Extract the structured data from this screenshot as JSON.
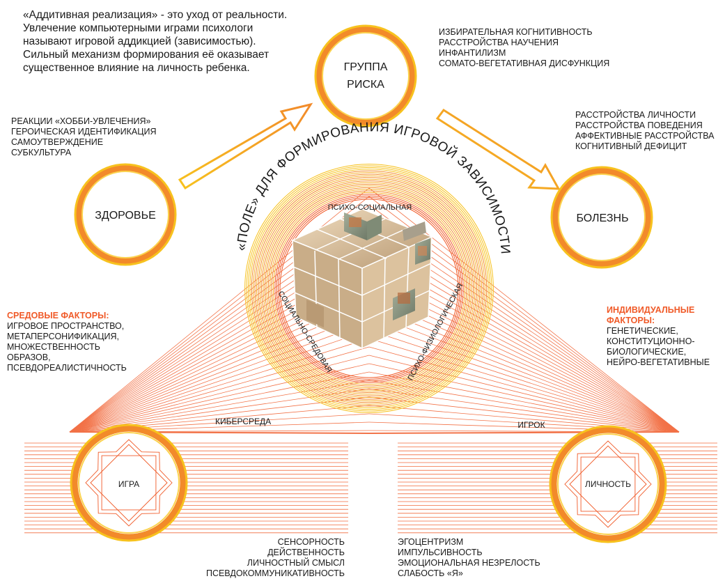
{
  "intro_text": "«Аддитивная реализация» - это уход от реальности. Увлечение компьютерными играми психологи называют игровой аддикцией (зависимостью). Сильный механизм формирования её оказывает существенное влияние на личность ребенка.",
  "nodes": {
    "risk": {
      "line1": "ГРУППА",
      "line2": "РИСКА"
    },
    "health": "ЗДОРОВЬЕ",
    "illness": "БОЛЕЗНЬ",
    "game": "ИГРА",
    "personality": "ЛИЧНОСТЬ"
  },
  "risk_list": [
    "ИЗБИРАТЕЛЬНАЯ КОГНИТИВНОСТЬ",
    "РАССТРОЙСТВА НАУЧЕНИЯ",
    "ИНФАНТИЛИЗМ",
    "СОМАТО-ВЕГЕТАТИВНАЯ ДИСФУНКЦИЯ"
  ],
  "health_list": [
    "РЕАКЦИИ «ХОББИ-УВЛЕЧЕНИЯ»",
    "ГЕРОИЧЕСКАЯ ИДЕНТИФИКАЦИЯ",
    "САМОУТВЕРЖДЕНИЕ",
    "СУБКУЛЬТУРА"
  ],
  "illness_list": [
    "РАССТРОЙСТВА ЛИЧНОСТИ",
    "РАССТРОЙСТВА ПОВЕДЕНИЯ",
    "АФФЕКТИВНЫЕ РАССТРОЙСТВА",
    "КОГНИТИВНЫЙ ДЕФИЦИТ"
  ],
  "field_title": "«ПОЛЕ» ДЛЯ ФОРМИРОВАНИЯ ИГРОВОЙ ЗАВИСИМОСТИ",
  "field_sides": {
    "top": "ПСИХО-СОЦИАЛЬНАЯ",
    "left": "СОЦИАЛЬНО-СРЕДОВАЯ",
    "right": "ПСИХО-ФИЗИОЛОГИЧЕСКАЯ"
  },
  "env_factors": {
    "heading": "СРЕДОВЫЕ ФАКТОРЫ:",
    "items": [
      "ИГРОВОЕ ПРОСТРАНСТВО,",
      "МЕТАПЕРСОНИФИКАЦИЯ,",
      "МНОЖЕСТВЕННОСТЬ",
      "ОБРАЗОВ,",
      "ПСЕВДОРЕАЛИСТИЧНОСТЬ"
    ]
  },
  "ind_factors": {
    "heading_line1": "ИНДИВИДУАЛЬНЫЕ",
    "heading_line2": "ФАКТОРЫ:",
    "items": [
      "ГЕНЕТИЧЕСКИЕ,",
      "КОНСТИТУЦИОННО-",
      "БИОЛОГИЧЕСКИЕ,",
      "НЕЙРО-ВЕГЕТАТИВНЫЕ"
    ]
  },
  "cyber_label": "КИБЕРСРЕДА",
  "player_label": "ИГРОК",
  "game_list": [
    "СЕНСОРНОСТЬ",
    "ДЕЙСТВЕННОСТЬ",
    "ЛИЧНОСТНЫЙ СМЫСЛ",
    "ПСЕВДОКОММУНИКАТИВНОСТЬ"
  ],
  "personality_list": [
    "ЭГОЦЕНТРИЗМ",
    "ИМПУЛЬСИВНОСТЬ",
    "ЭМОЦИОНАЛЬНАЯ НЕЗРЕЛОСТЬ",
    "СЛАБОСТЬ «Я»"
  ],
  "colors": {
    "orange": "#f05a28",
    "yellow": "#f7c21e",
    "red": "#e83a1e",
    "cube_light": "#e2cba8",
    "cube_dark": "#8e9a86"
  }
}
